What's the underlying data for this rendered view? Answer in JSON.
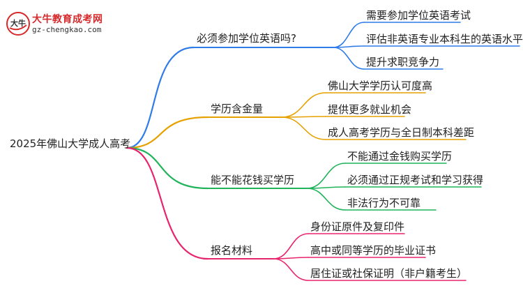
{
  "logo": {
    "title": "大牛教育成考网",
    "url": "gz-chengkao.com",
    "mark_text": "大牛"
  },
  "mindmap": {
    "root": "2025年佛山大学成人高考",
    "branches": [
      {
        "label": "必须参加学位英语吗?",
        "color": "#2f7be8",
        "children": [
          "需要参加学位英语考试",
          "评估非英语专业本科生的英语水平",
          "提升求职竞争力"
        ]
      },
      {
        "label": "学历含金量",
        "color": "#e6a100",
        "children": [
          "佛山大学学历认可度高",
          "提供更多就业机会",
          "成人高考学历与全日制本科差距"
        ]
      },
      {
        "label": "能不能花钱买学历",
        "color": "#1fb35a",
        "children": [
          "不能通过金钱购买学历",
          "必须通过正规考试和学习获得",
          "非法行为不可靠"
        ]
      },
      {
        "label": "报名材料",
        "color": "#e8246d",
        "children": [
          "身份证原件及复印件",
          "高中或同等学历的毕业证书",
          "居住证或社保证明（非户籍考生）"
        ]
      }
    ]
  }
}
